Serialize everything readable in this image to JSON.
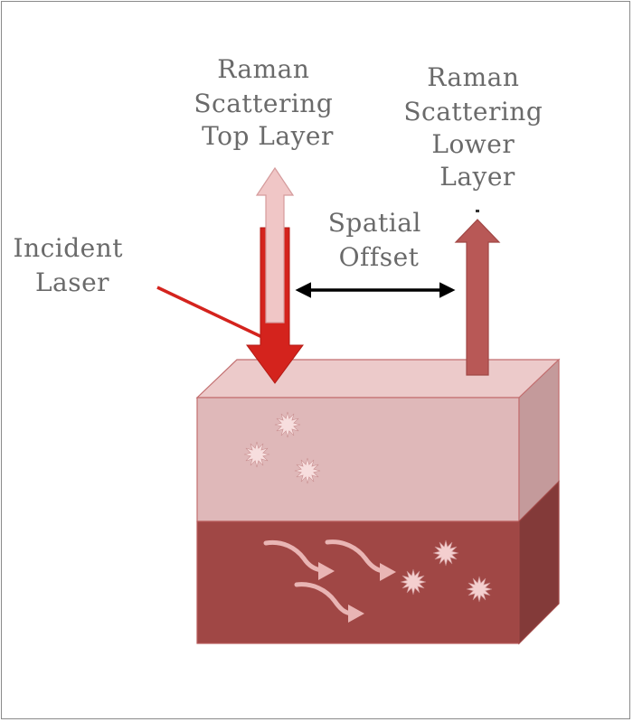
{
  "labels": {
    "incident": [
      "Incident",
      "Laser"
    ],
    "top_scatter": [
      "Raman",
      "Scattering",
      "Top Layer"
    ],
    "lower_scatter": [
      "Raman",
      "Scattering",
      "Lower",
      "Layer"
    ],
    "offset": [
      "Spatial",
      "Offset"
    ]
  },
  "colors": {
    "top_layer": "#dfb8b9",
    "top_face": "#eccaca",
    "top_side": "#c49a9b",
    "lower_layer": "#a04745",
    "lower_side": "#833a39",
    "incident_arrow": "#d4231d",
    "top_scatter_arrow": "#f0c6c6",
    "lower_scatter_arrow": "#b85856",
    "offset_arrow": "#000000",
    "label_text": "#6a6a6a",
    "frame": "#8a8a8a"
  },
  "icons": {
    "scatter_event": "starburst-icon",
    "diffusion_path": "curved-arrow-icon"
  }
}
